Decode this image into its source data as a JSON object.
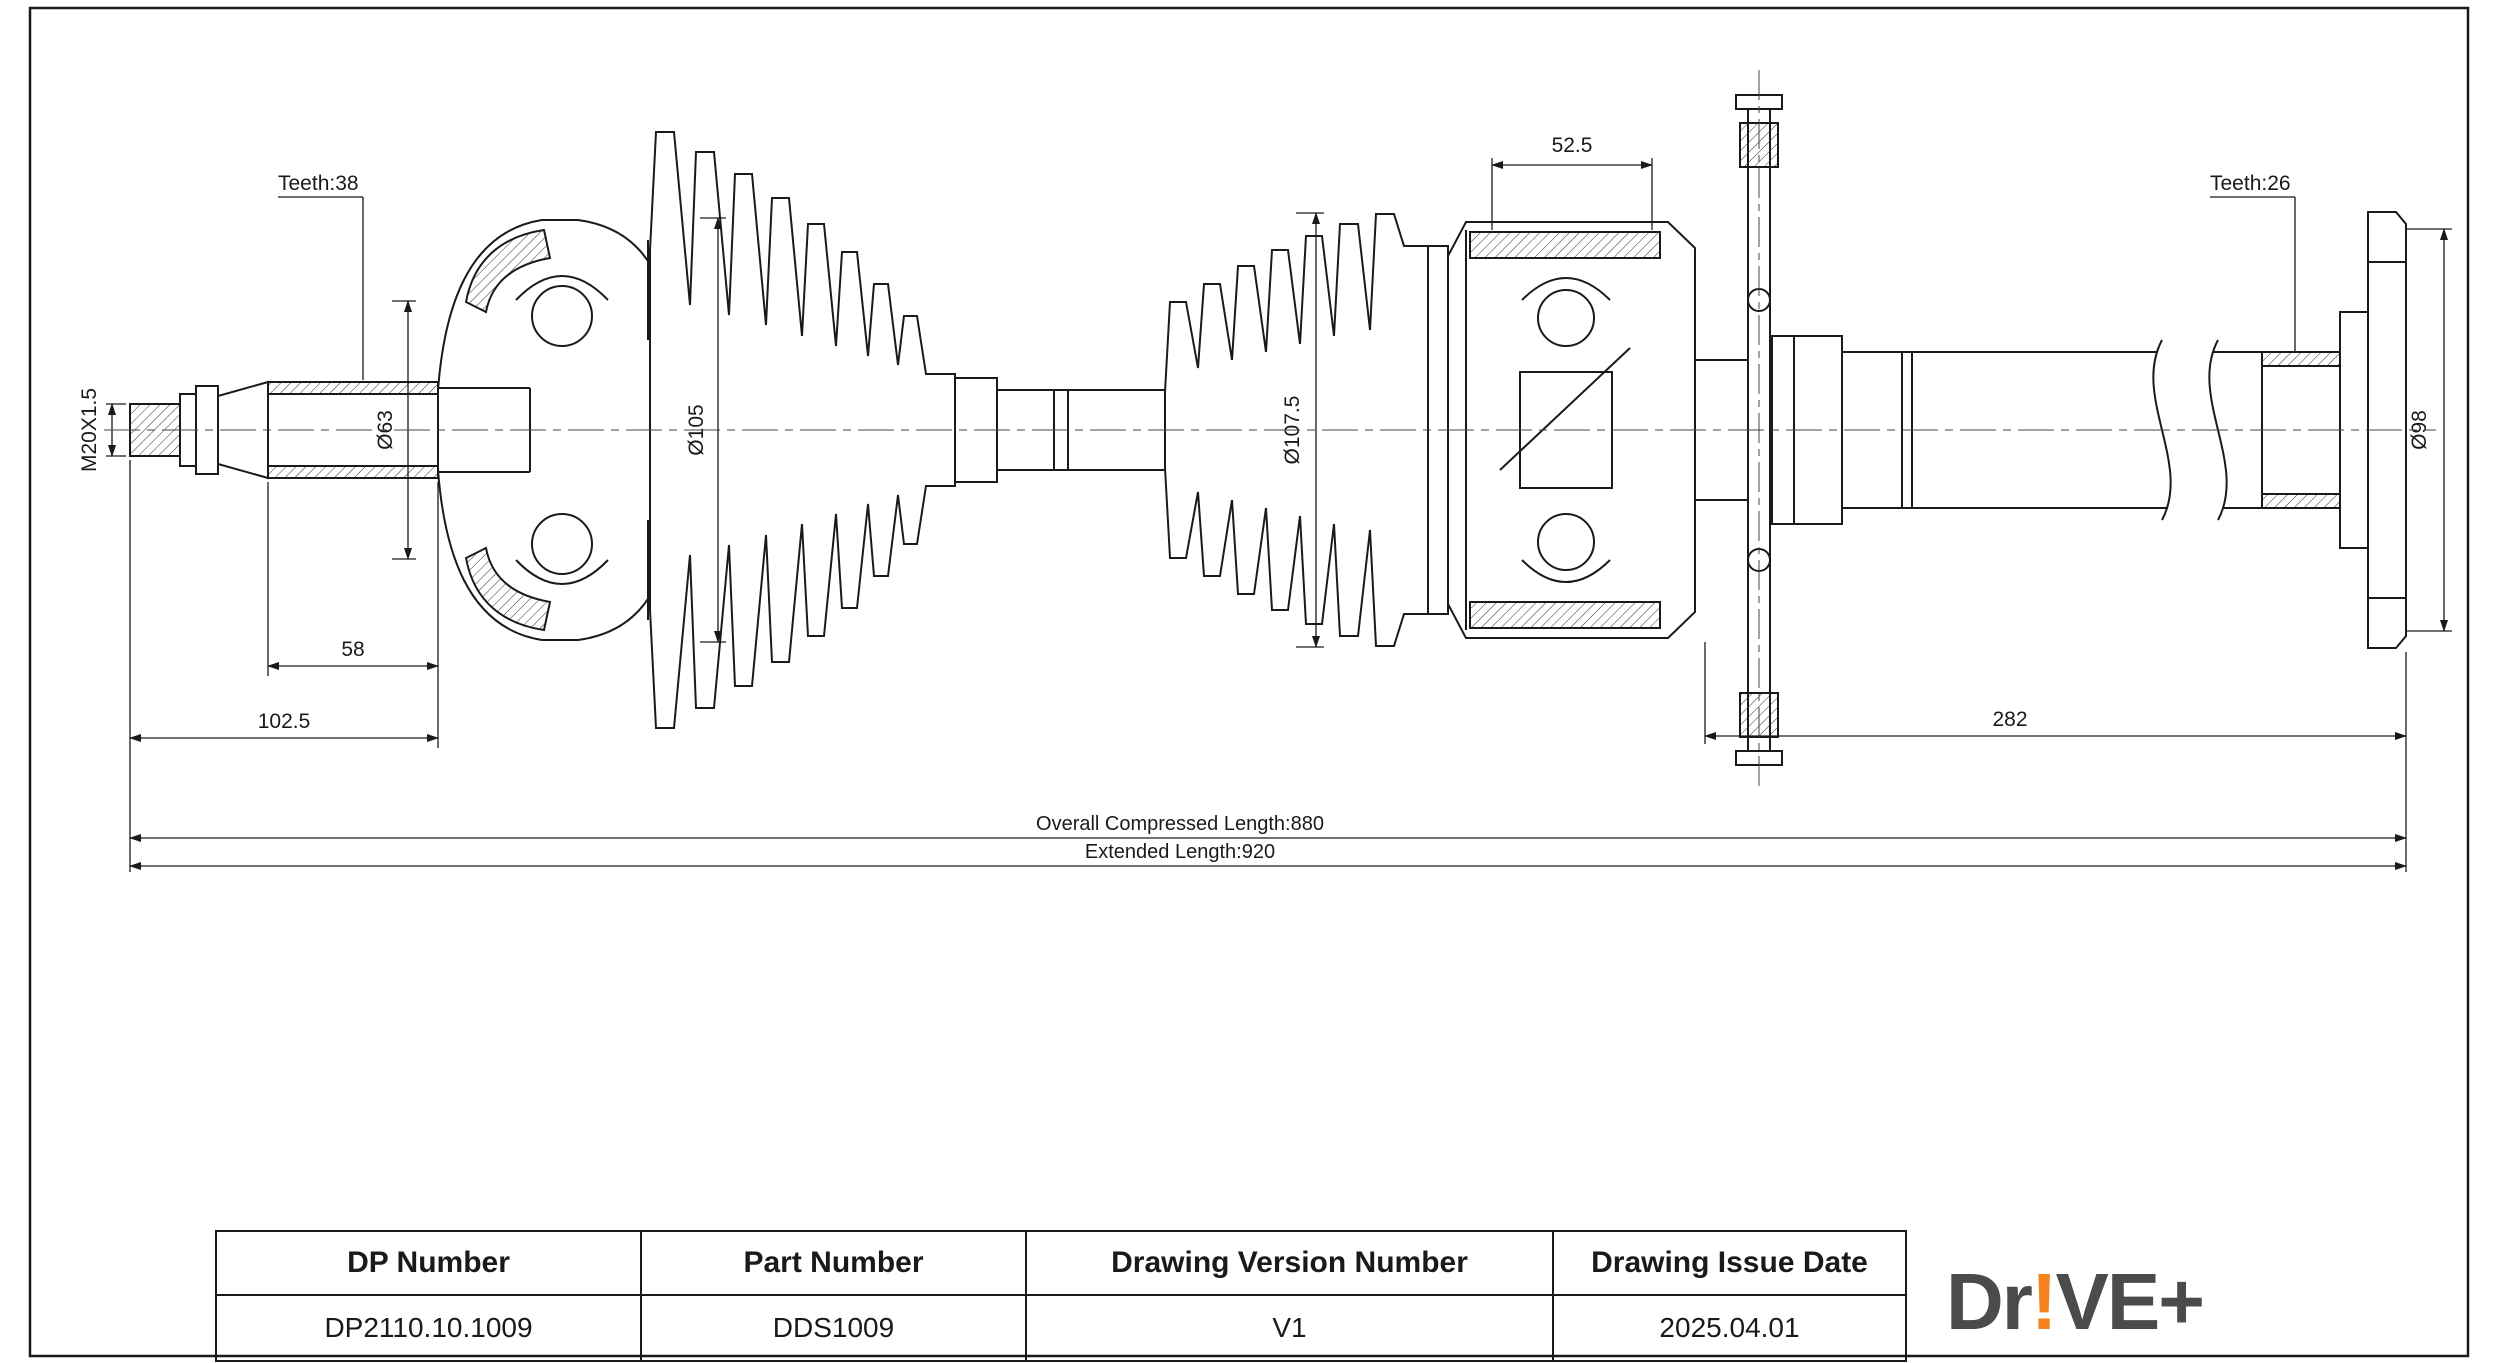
{
  "drawing": {
    "annotations": {
      "teeth_left": "Teeth:38",
      "thread_spec": "M20X1.5",
      "dia_63": "Ø63",
      "dia_105": "Ø105",
      "dia_107_5": "Ø107.5",
      "dim_52_5": "52.5",
      "dim_58": "58",
      "dim_102_5": "102.5",
      "dim_282": "282",
      "teeth_right": "Teeth:26",
      "dia_98": "Ø98",
      "overall_compressed_length": "Overall Compressed Length:880",
      "extended_length": "Extended Length:920"
    }
  },
  "title_block": {
    "columns": [
      {
        "header": "DP Number",
        "value": "DP2110.10.1009"
      },
      {
        "header": "Part Number",
        "value": "DDS1009"
      },
      {
        "header": "Drawing Version Number",
        "value": "V1"
      },
      {
        "header": "Drawing Issue Date",
        "value": "2025.04.01"
      }
    ]
  },
  "logo": {
    "prefix": "Dr",
    "exclaim": "!",
    "suffix": "VE+",
    "text_color": "#4b4b4d",
    "accent_color": "#f5821f"
  }
}
